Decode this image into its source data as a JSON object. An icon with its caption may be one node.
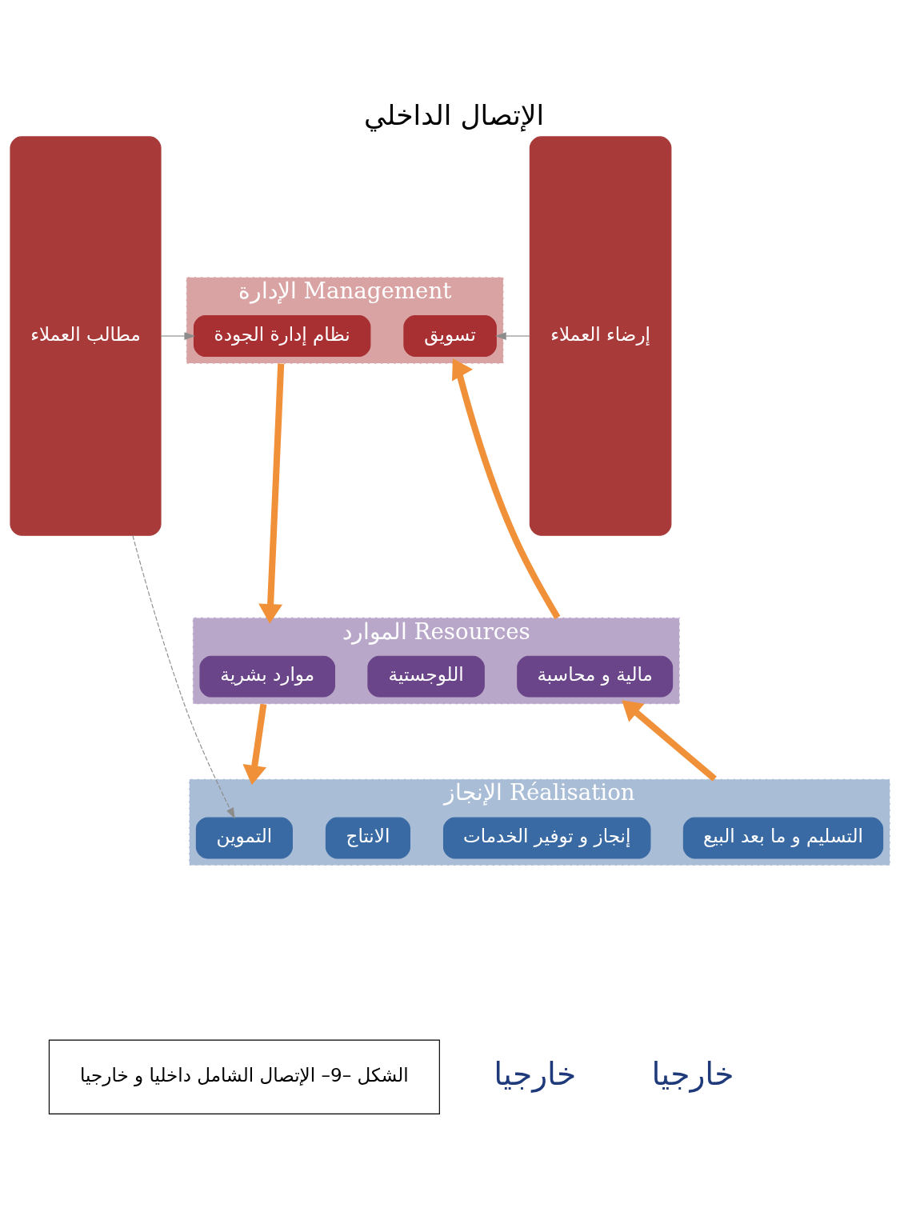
{
  "diagram": {
    "title": "الإتصال الداخلي",
    "caption": "الشكل –9– الإتصال الشامل داخليا و خارجيا",
    "nodes": [
      {
        "text": [
          "مطالب العملاء"
        ]
      },
      {
        "text": [
          "إرضاء العملاء"
        ]
      },
      {
        "text": [
          "الإدارة Management"
        ]
      },
      {
        "text": [
          "نظام إدارة الجودة"
        ],
        "in": 2
      },
      {
        "text": [
          "تسويق"
        ],
        "in": 2
      },
      {
        "text": [
          "الموارد Resources"
        ]
      },
      {
        "text": [
          "موارد بشرية"
        ],
        "in": 5
      },
      {
        "text": [
          "اللوجستية"
        ],
        "in": 5
      },
      {
        "text": [
          "مالية و محاسبة"
        ],
        "in": 5
      },
      {
        "text": [
          "الإنجاز Réalisation"
        ]
      },
      {
        "text": [
          "التموين"
        ],
        "in": 9
      },
      {
        "text": [
          "إنجاز و توفير الخدمات"
        ],
        "in": 9
      },
      {
        "text": [
          "الانتاج"
        ],
        "in": 9
      },
      {
        "text": [
          "التسليم و ما بعد البيع"
        ],
        "in": 9
      }
    ],
    "edges": [
      {
        "from": 0,
        "to": 3,
        "arrow": "to",
        "color": "#8c8c8c"
      },
      {
        "from": 1,
        "to": 4,
        "arrow": "to",
        "color": "#8c8c8c"
      },
      {
        "from": 0,
        "to": 10,
        "arrow": "to",
        "style": "dashed",
        "color": "#8c8c8c"
      },
      {
        "from": 2,
        "to": 5,
        "arrow": "to",
        "color": "#f0913a"
      },
      {
        "from": 5,
        "to": 9,
        "arrow": "to",
        "color": "#f0913a"
      },
      {
        "from": 5,
        "to": 2,
        "arrow": "to",
        "color": "#f0913a"
      },
      {
        "from": 9,
        "to": 5,
        "arrow": "to",
        "color": "#f0913a"
      }
    ],
    "labels": [
      "خارجيا",
      "خارجيا"
    ]
  }
}
